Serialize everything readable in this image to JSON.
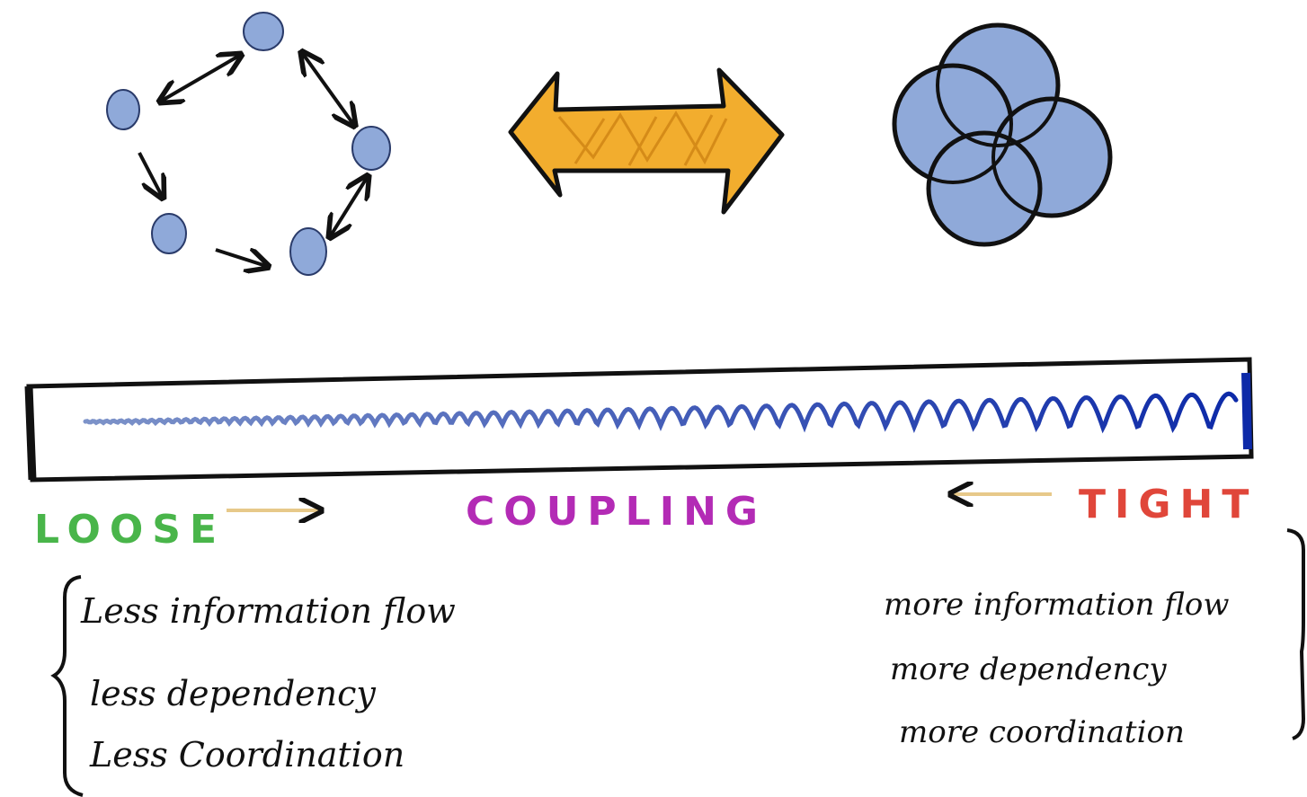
{
  "scale": {
    "left_label": "LOOSE",
    "center_label": "COUPLING",
    "right_label": "TIGHT"
  },
  "loose_list": [
    "Less information flow",
    "less dependency",
    "Less Coordination"
  ],
  "tight_list": [
    "more information flow",
    "more dependency",
    "more coordination"
  ],
  "colors": {
    "node_fill": "#8fa9d9",
    "loose": "#49b54a",
    "coupling": "#b32bb5",
    "tight": "#e0463a",
    "arrow_fill": "#f2ad2e",
    "hint_arrow": "#e7c98a",
    "wave": "#1f3fa6",
    "ink": "#111111"
  },
  "icons": [
    "loose-network-diagram",
    "double-headed-arrow",
    "overlapping-circles-diagram"
  ]
}
